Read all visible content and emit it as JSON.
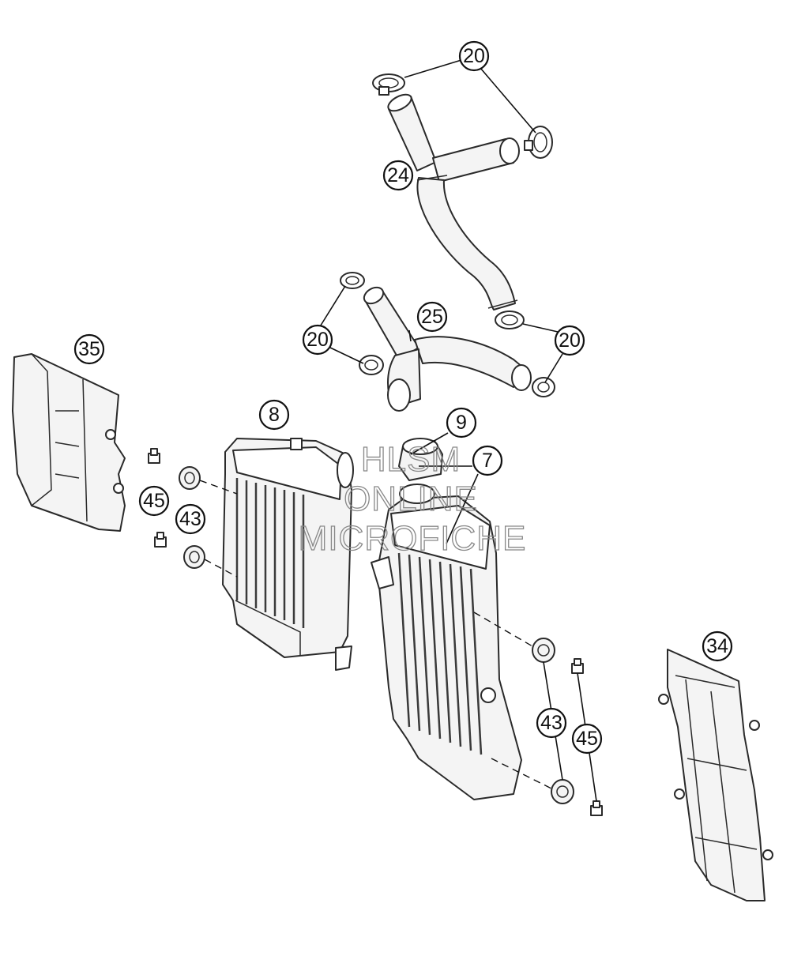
{
  "callouts": {
    "c20a": "20",
    "c24": "24",
    "c20b": "20",
    "c25": "25",
    "c20c": "20",
    "c35": "35",
    "c8": "8",
    "c9": "9",
    "c7": "7",
    "c45a": "45",
    "c43a": "43",
    "c34": "34",
    "c43b": "43",
    "c45b": "45"
  },
  "watermark": {
    "line1": "HLSM",
    "line2": "ONLINE",
    "line3": "MICROFICHE"
  }
}
